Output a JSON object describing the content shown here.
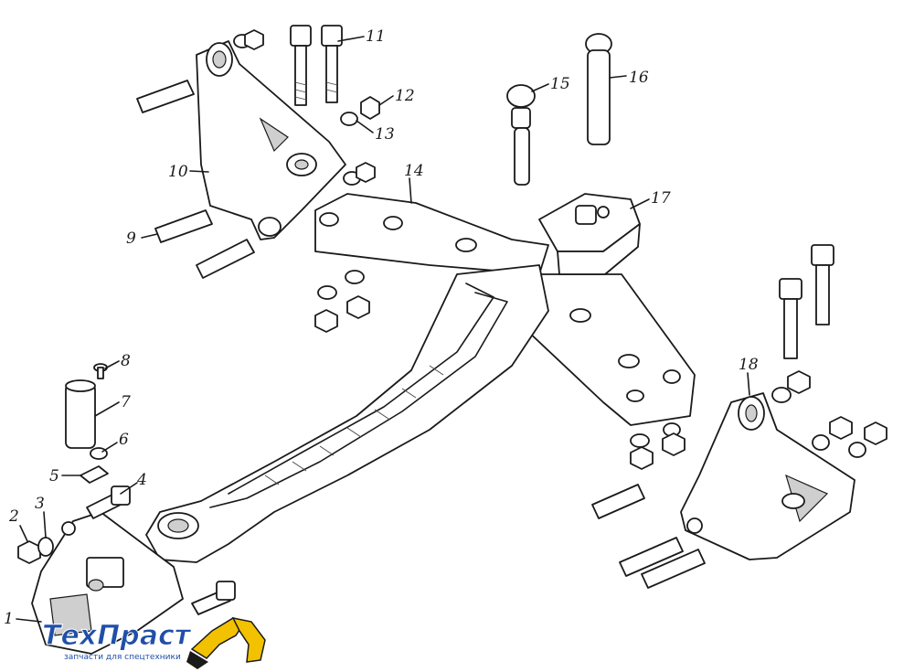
{
  "callouts": [
    {
      "id": "c1",
      "label": "1"
    },
    {
      "id": "c2",
      "label": "2"
    },
    {
      "id": "c3",
      "label": "3"
    },
    {
      "id": "c4",
      "label": "4"
    },
    {
      "id": "c5",
      "label": "5"
    },
    {
      "id": "c6",
      "label": "6"
    },
    {
      "id": "c7",
      "label": "7"
    },
    {
      "id": "c8",
      "label": "8"
    },
    {
      "id": "c9",
      "label": "9"
    },
    {
      "id": "c10",
      "label": "10"
    },
    {
      "id": "c11",
      "label": "11"
    },
    {
      "id": "c12",
      "label": "12"
    },
    {
      "id": "c13",
      "label": "13"
    },
    {
      "id": "c14",
      "label": "14"
    },
    {
      "id": "c15",
      "label": "15"
    },
    {
      "id": "c16",
      "label": "16"
    },
    {
      "id": "c17",
      "label": "17"
    },
    {
      "id": "c18",
      "label": "18"
    }
  ],
  "watermark": {
    "brand": "ТехПраст",
    "tagline": "запчасти для спецтехники",
    "brand_color": "#1f4fa8",
    "accent_color": "#f2c200"
  }
}
